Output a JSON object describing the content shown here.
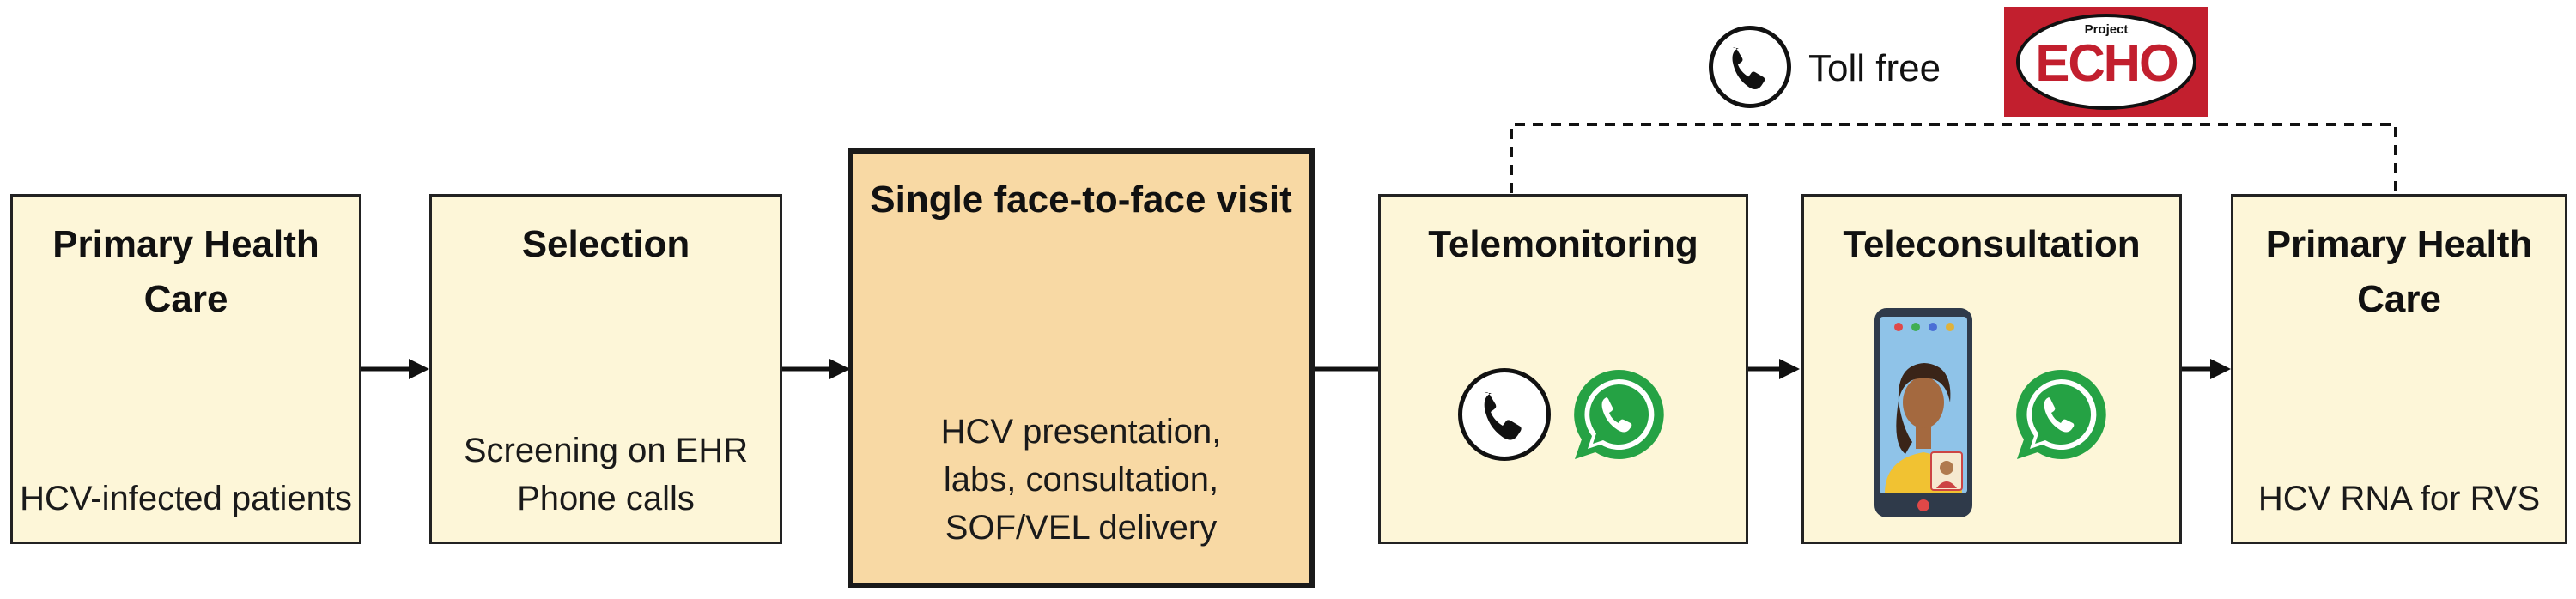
{
  "boxes": [
    {
      "title": "Primary Health Care",
      "text": [
        "HCV-infected patients"
      ]
    },
    {
      "title": "Selection",
      "text": [
        "Screening on EHR",
        "Phone calls"
      ]
    },
    {
      "title": "Single face-to-face visit",
      "text": [
        "HCV presentation,",
        "labs, consultation,",
        "SOF/VEL delivery"
      ]
    },
    {
      "title": "Telemonitoring",
      "text": []
    },
    {
      "title": "Teleconsultation",
      "text": []
    },
    {
      "title": "Primary Health Care",
      "text": [
        "HCV RNA for RVS"
      ]
    }
  ],
  "top": {
    "toll_free": "Toll free",
    "echo_project": "Project",
    "echo_word": "ECHO"
  },
  "icons": {
    "telemonitoring": [
      "phone-icon",
      "whatsapp-icon"
    ],
    "teleconsultation": [
      "video-call-icon",
      "whatsapp-icon"
    ],
    "top": [
      "phone-icon",
      "echo-logo"
    ]
  },
  "colors": {
    "box_fill": "#fdf6d8",
    "highlight_fill": "#f8d9a4",
    "whatsapp_green": "#25a244",
    "echo_red": "#c21f2e"
  }
}
